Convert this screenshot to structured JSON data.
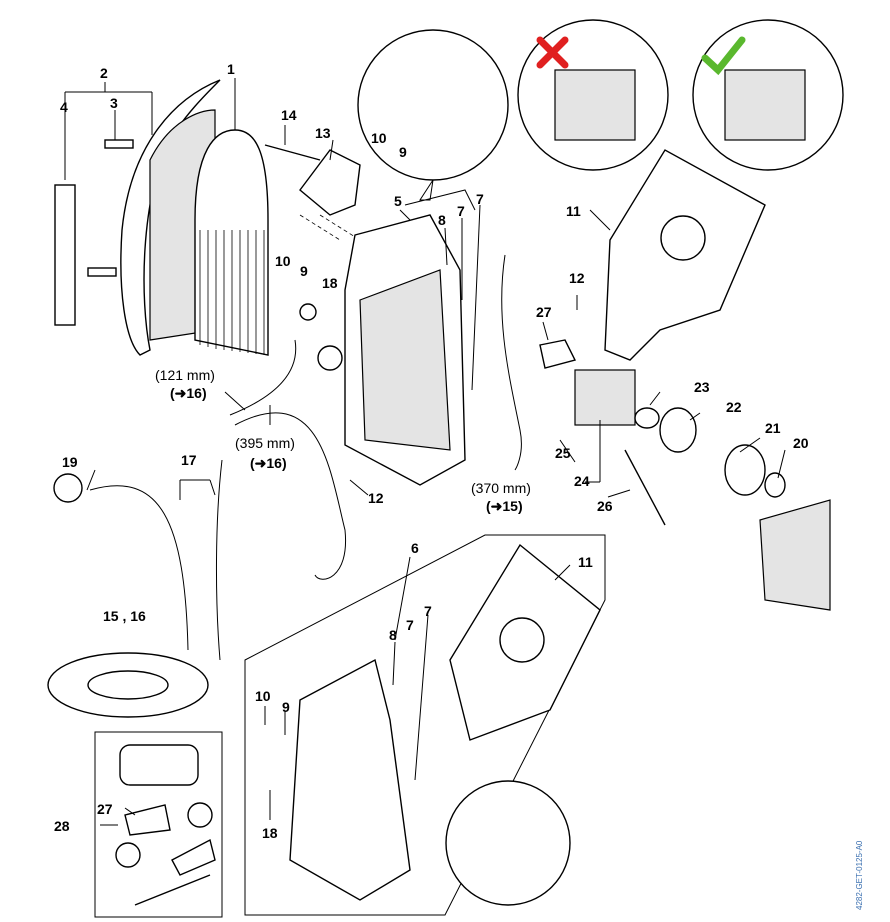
{
  "labels": {
    "p1": "1",
    "p2": "2",
    "p3": "3",
    "p4": "4",
    "p5": "5",
    "p6": "6",
    "p7a": "7",
    "p7b": "7",
    "p7c": "7",
    "p7d": "7",
    "p8a": "8",
    "p8b": "8",
    "p9a": "9",
    "p9b": "9",
    "p9c": "9",
    "p10a": "10",
    "p10b": "10",
    "p10c": "10",
    "p11a": "11",
    "p11b": "11",
    "p12a": "12",
    "p12b": "12",
    "p13": "13",
    "p14": "14",
    "p15_16": "15 , 16",
    "p17": "17",
    "p18a": "18",
    "p18b": "18",
    "p19": "19",
    "p20": "20",
    "p21": "21",
    "p22": "22",
    "p23": "23",
    "p24": "24",
    "p25": "25",
    "p26": "26",
    "p27a": "27",
    "p27b": "27",
    "p28": "28"
  },
  "dimensions": {
    "d121": "(121 mm)",
    "d121ref": "(➜16)",
    "d395": "(395 mm)",
    "d395ref": "(➜16)",
    "d370": "(370 mm)",
    "d370ref": "(➜15)"
  },
  "status_colors": {
    "wrong": "#e02020",
    "correct": "#5ab82e"
  },
  "drawing_code": "4282-GET-0125-A0"
}
